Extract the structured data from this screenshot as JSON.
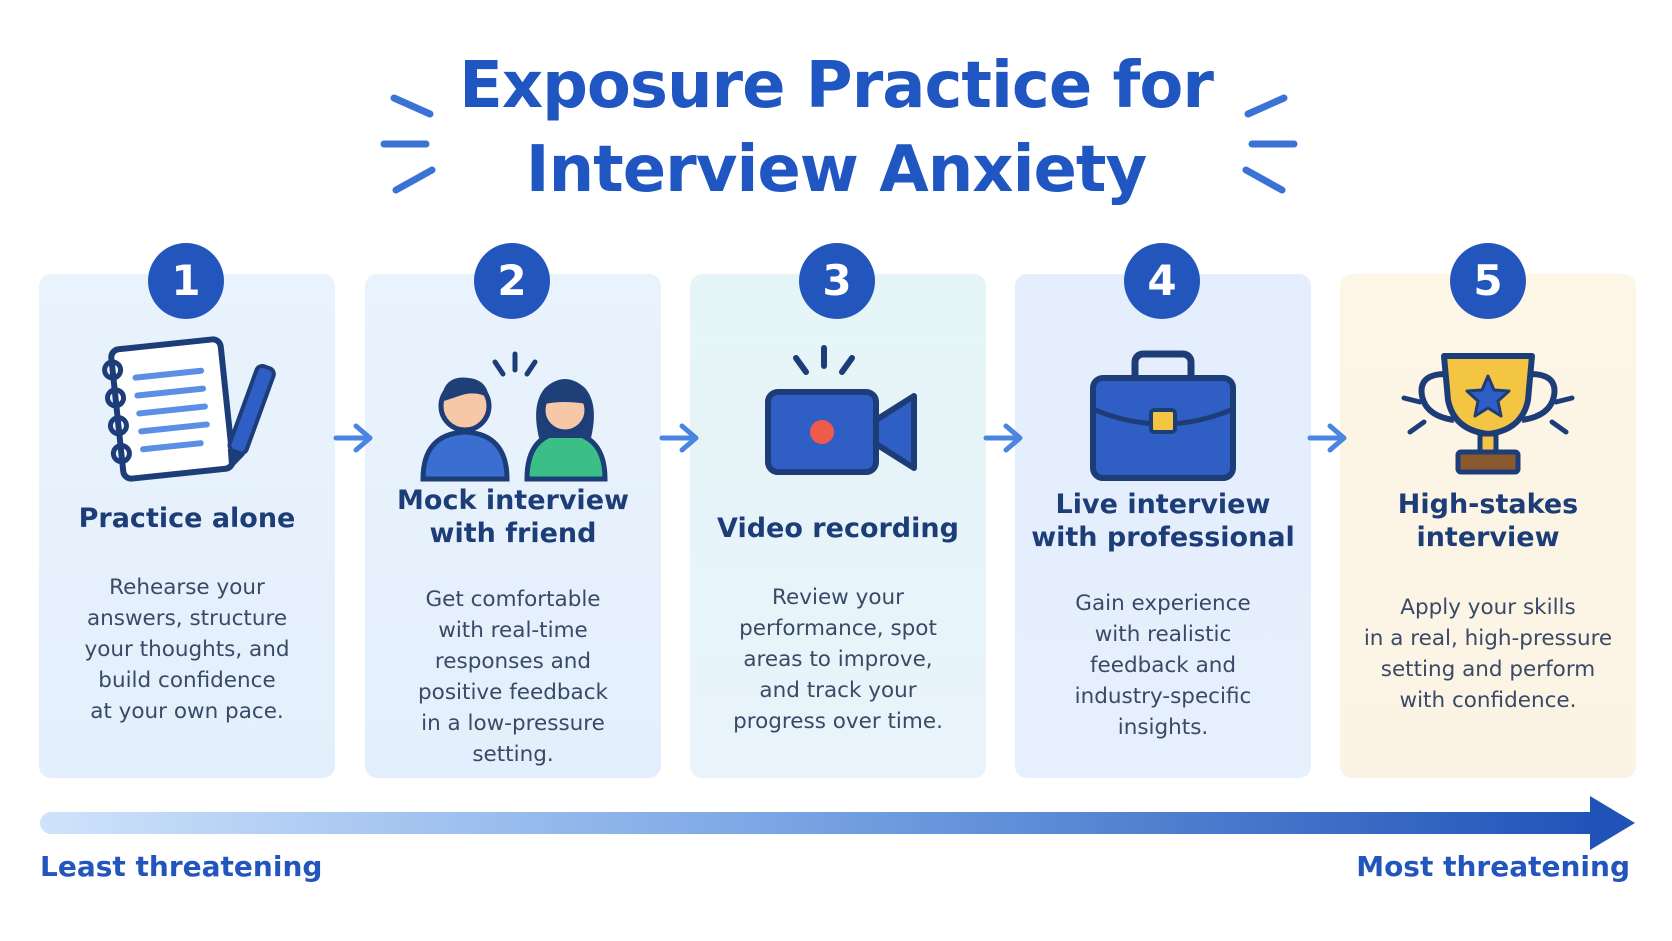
{
  "title": {
    "line1": "Exposure Practice for",
    "line2": "Interview Anxiety"
  },
  "steps": [
    {
      "number": "1",
      "label_lines": [
        "Practice alone"
      ],
      "icon": "notebook-pen-icon",
      "description_lines": [
        "Rehearse your",
        "answers, structure",
        "your thoughts, and",
        "build confidence",
        "at your own pace."
      ]
    },
    {
      "number": "2",
      "label_lines": [
        "Mock interview",
        "with friend"
      ],
      "icon": "two-people-talking-icon",
      "description_lines": [
        "Get comfortable",
        "with real-time",
        "responses and",
        "positive feedback",
        "in a low-pressure",
        "setting."
      ]
    },
    {
      "number": "3",
      "label_lines": [
        "Video recording"
      ],
      "icon": "video-camera-icon",
      "description_lines": [
        "Review your",
        "performance, spot",
        "areas to improve,",
        "and track your",
        "progress over time."
      ]
    },
    {
      "number": "4",
      "label_lines": [
        "Live interview",
        "with professional"
      ],
      "icon": "briefcase-icon",
      "description_lines": [
        "Gain experience",
        "with realistic",
        "feedback and",
        "industry-specific",
        "insights."
      ]
    },
    {
      "number": "5",
      "label_lines": [
        "High-stakes",
        "interview"
      ],
      "icon": "trophy-icon",
      "description_lines": [
        "Apply your skills",
        "in a real, high-pressure",
        "setting and perform",
        "with confidence."
      ]
    }
  ],
  "scale": {
    "left_label": "Least threatening",
    "right_label": "Most threatening"
  },
  "colors": {
    "title": "#1f56c2",
    "badge": "#2256bd",
    "card_blue": "#e8f2fc",
    "card_teal": "#e6f6f7",
    "card_cream": "#fdf6e6",
    "scale_start": "#cfe3fb",
    "scale_end": "#1f53b8"
  }
}
